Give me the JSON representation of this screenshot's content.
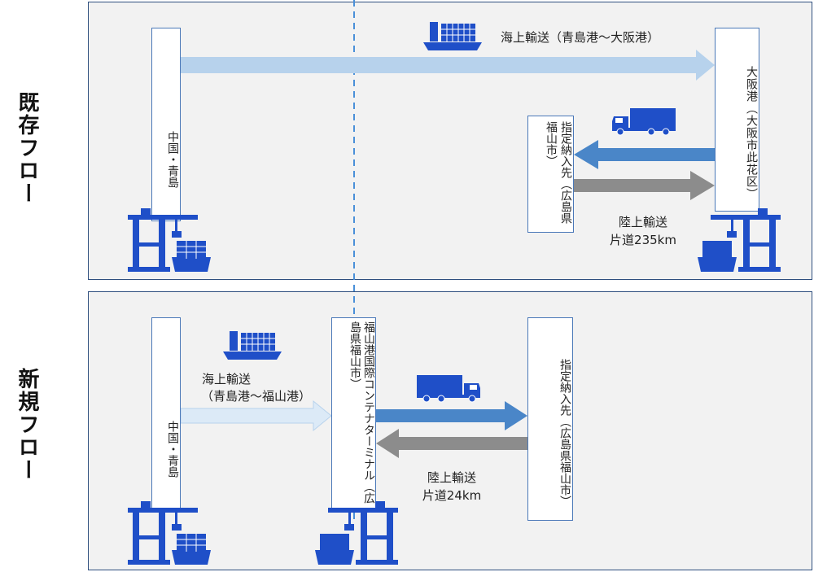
{
  "colors": {
    "blue": "#1f4fc8",
    "light_blue": "#b7d2ec",
    "pale_blue": "#dceaf7",
    "mid_blue": "#4a86c8",
    "gray": "#8c8c8c",
    "frame": "#2f4f7f",
    "dashed": "#4a90d9"
  },
  "existing": {
    "label": "既存フロー",
    "china": "中国・青島",
    "osaka": "大阪港（大阪市此花区）",
    "dest": "指定納入先（広島県福山市）",
    "sea": "海上輸送（青島港～大阪港）",
    "land_1": "陸上輸送",
    "land_2": "片道235km"
  },
  "new": {
    "label": "新規フロー",
    "china": "中国・青島",
    "fukuyama": "福山港国際コンテナターミナル（広島県福山市）",
    "dest": "指定納入先（広島県福山市）",
    "sea_1": "海上輸送",
    "sea_2": "（青島港～福山港）",
    "land_1": "陸上輸送",
    "land_2": "片道24km"
  },
  "icons": [
    "container-ship-icon",
    "truck-icon",
    "port-crane-icon"
  ]
}
